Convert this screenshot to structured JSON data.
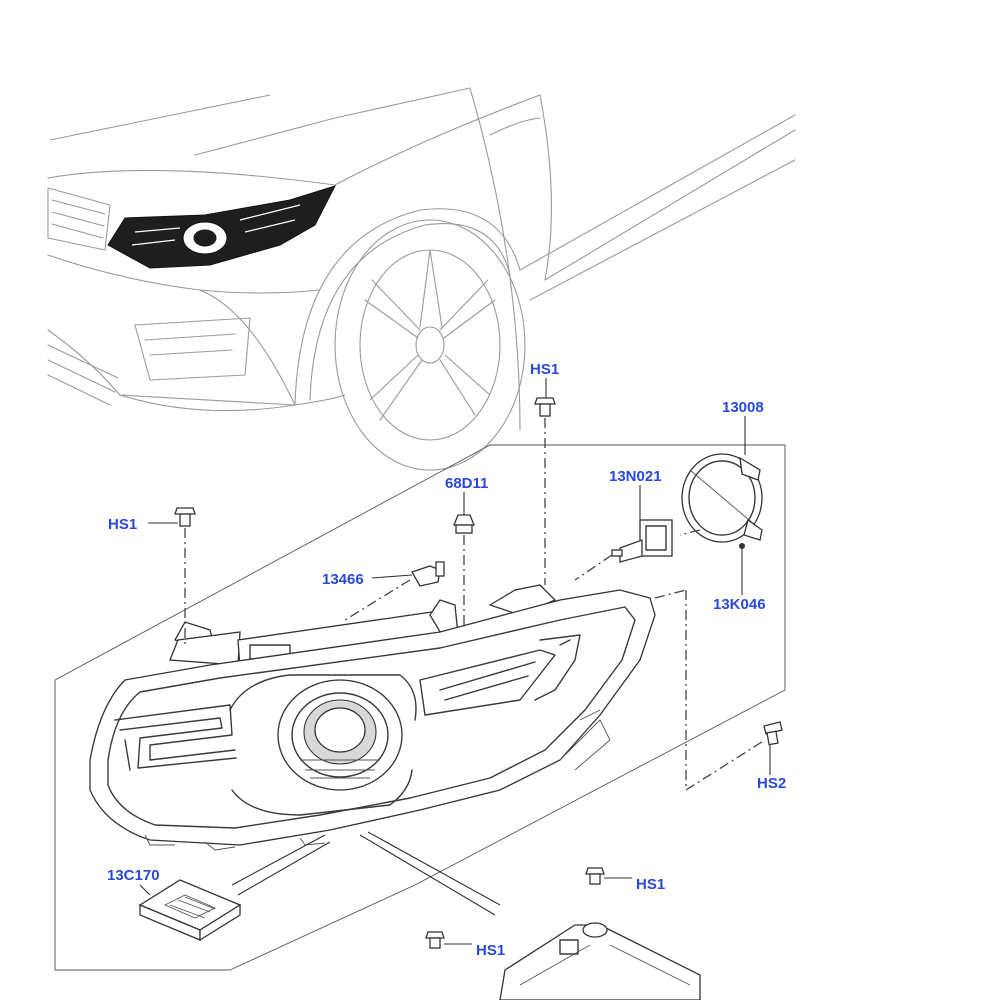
{
  "callouts": {
    "hs1_top": "HS1",
    "part_13008": "13008",
    "part_68d11": "68D11",
    "part_13n021": "13N021",
    "hs1_left": "HS1",
    "part_13466": "13466",
    "part_13k046": "13K046",
    "hs2": "HS2",
    "part_13c170": "13C170",
    "hs1_lower_right": "HS1",
    "hs1_bottom": "HS1"
  },
  "colors": {
    "callout_text": "#2a49d8",
    "line_art": "#3a3a3a",
    "faded_line_art": "#9a9a9a",
    "highlight_fill": "#1e1e1e"
  }
}
